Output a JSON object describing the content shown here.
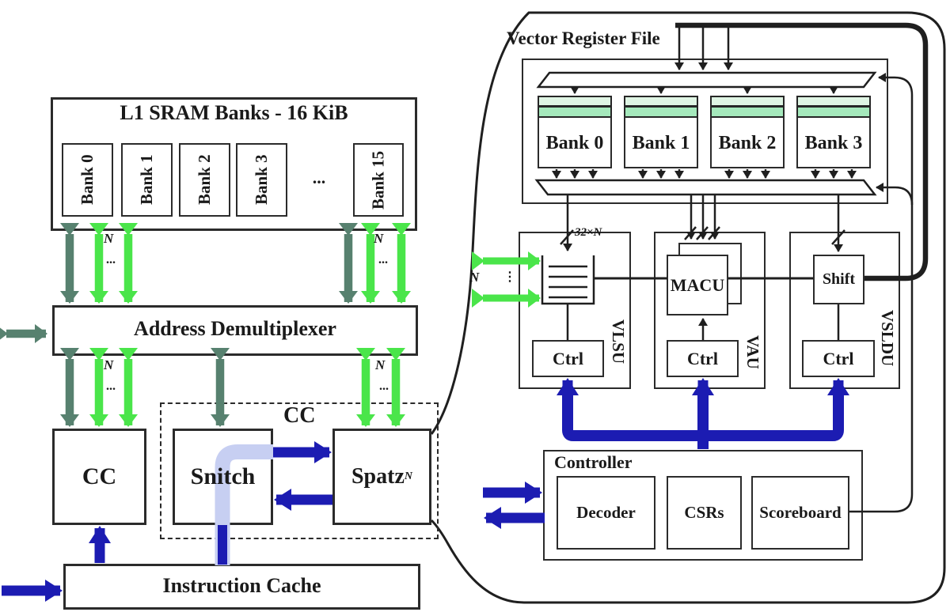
{
  "colors": {
    "dark_green_arrow": "#57816F",
    "light_green_arrow": "#4AE54A",
    "blue_arrow": "#1C1CB2",
    "lavender_path": "#C7CFF2",
    "bank_row_light": "#DFF5E4",
    "bank_row_medium": "#A5E9BC",
    "line": "#1F1F1F"
  },
  "left": {
    "l1": {
      "title": "L1 SRAM Banks - 16 KiB",
      "banks": [
        "Bank 0",
        "Bank 1",
        "Bank 2",
        "Bank 3",
        "Bank 15"
      ],
      "ellipsis": "..."
    },
    "demux": {
      "title": "Address Demultiplexer"
    },
    "cc_box": "CC",
    "cluster_label": "CC",
    "snitch": "Snitch",
    "spatz": {
      "base": "Spatz",
      "sub": "N"
    },
    "icache": "Instruction Cache",
    "bus_n": "N",
    "bus_dots": "...",
    "bus_vdots": "⋮"
  },
  "right": {
    "vrf": {
      "title": "Vector Register File",
      "banks": [
        "Bank 0",
        "Bank 1",
        "Bank 2",
        "Bank 3"
      ]
    },
    "bus": {
      "width_label": "32×N"
    },
    "units": [
      {
        "name": "VLSU",
        "ctrl": "Ctrl"
      },
      {
        "name": "VAU",
        "core": "MACU",
        "ctrl": "Ctrl"
      },
      {
        "name": "VSLDU",
        "core": "Shift",
        "ctrl": "Ctrl"
      }
    ],
    "controller": {
      "title": "Controller",
      "children": [
        "Decoder",
        "CSRs",
        "Scoreboard"
      ]
    }
  }
}
